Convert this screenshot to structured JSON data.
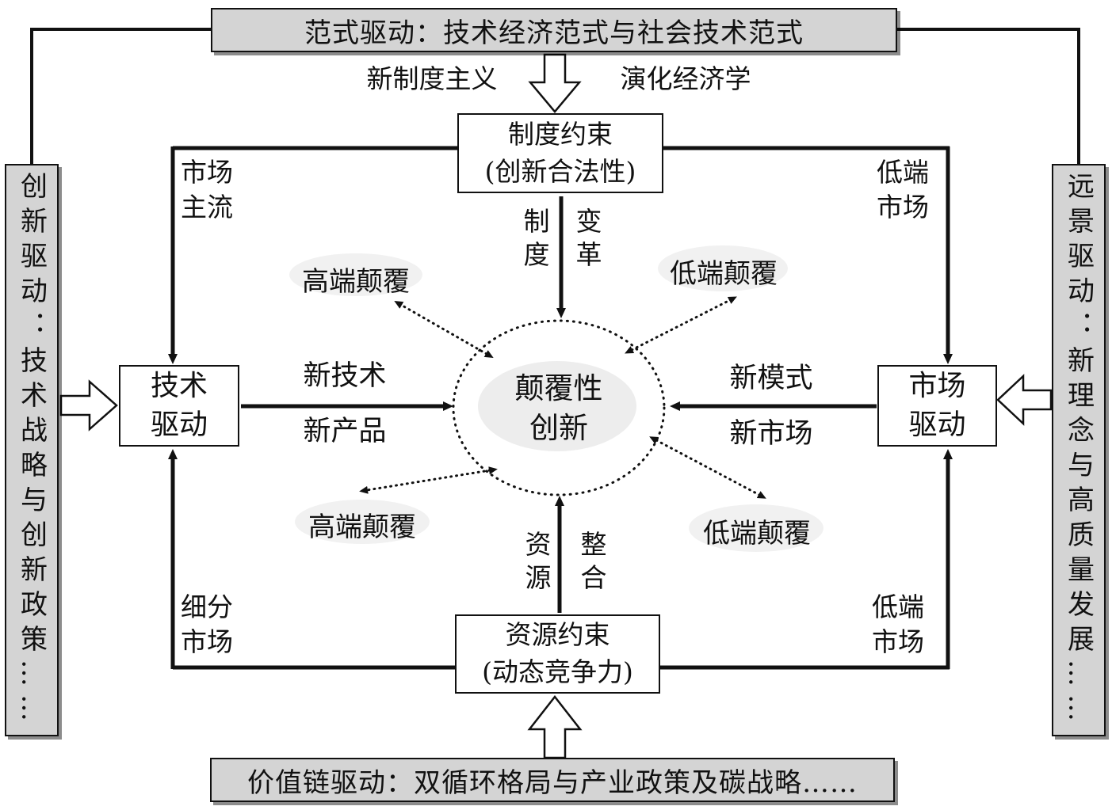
{
  "colors": {
    "driver_box_bg": "#d4d4d4",
    "node_box_bg": "#ffffff",
    "line": "#111111",
    "bubble_bg": "#f1f1f1",
    "center_ellipse_bg": "#ededed"
  },
  "driver_boxes": {
    "top": "范式驱动：技术经济范式与社会技术范式",
    "left": "创新驱动：技术战略与创新政策……",
    "right": "远景驱动：新理念与高质量发展……",
    "bottom": "价值链驱动：双循环格局与产业政策及碳战略……"
  },
  "nodes": {
    "institution": {
      "line1": "制度约束",
      "line2": "(创新合法性)"
    },
    "technology": {
      "line1": "技术",
      "line2": "驱动"
    },
    "market": {
      "line1": "市场",
      "line2": "驱动"
    },
    "resource": {
      "line1": "资源约束",
      "line2": "(动态竞争力)"
    },
    "center": {
      "line1": "颠覆性",
      "line2": "创新"
    }
  },
  "bubbles": {
    "top_left": "高端颠覆",
    "top_right": "低端颠覆",
    "bottom_left": "高端颠覆",
    "bottom_right": "低端颠覆"
  },
  "flow_labels": {
    "new_institutionalism": "新制度主义",
    "evolutionary_economics": "演化经济学",
    "institution_v": "制度",
    "change_v": "变革",
    "new_technology": "新技术",
    "new_product": "新产品",
    "new_model": "新模式",
    "new_market": "新市场",
    "resource_v": "资源",
    "integration_v": "整合"
  },
  "corner_labels": {
    "top_left": "市场主流",
    "top_right": "低端市场",
    "bottom_left": "细分市场",
    "bottom_right": "低端市场"
  }
}
